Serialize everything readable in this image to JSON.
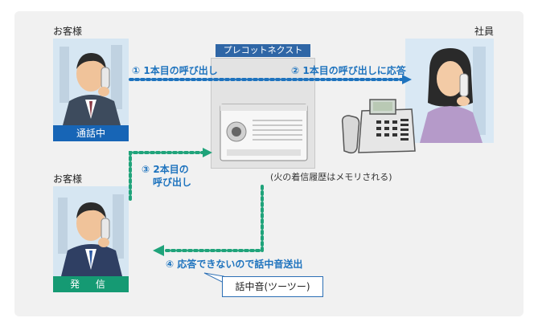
{
  "labels": {
    "customer_top": "お客様",
    "customer_bottom": "お客様",
    "employee": "社員",
    "device": "プレコットネクスト",
    "status_talking": "通話中",
    "status_calling": "発 信"
  },
  "steps": {
    "step1": "① 1本目の呼び出し",
    "step2": "② 1本目の呼び出しに応答",
    "step3_line1": "③ 2本目の",
    "step3_line2": "呼び出し",
    "step4": "④ 応答できないので話中音送出"
  },
  "notes": {
    "memory": "(火の着信履歴はメモリされる)",
    "busy_tone": "話中音(ツーツー)"
  },
  "colors": {
    "blue_arrow": "#1e73be",
    "green_arrow": "#1fa37a",
    "talking_bg": "#1765b6",
    "calling_bg": "#159a73"
  }
}
